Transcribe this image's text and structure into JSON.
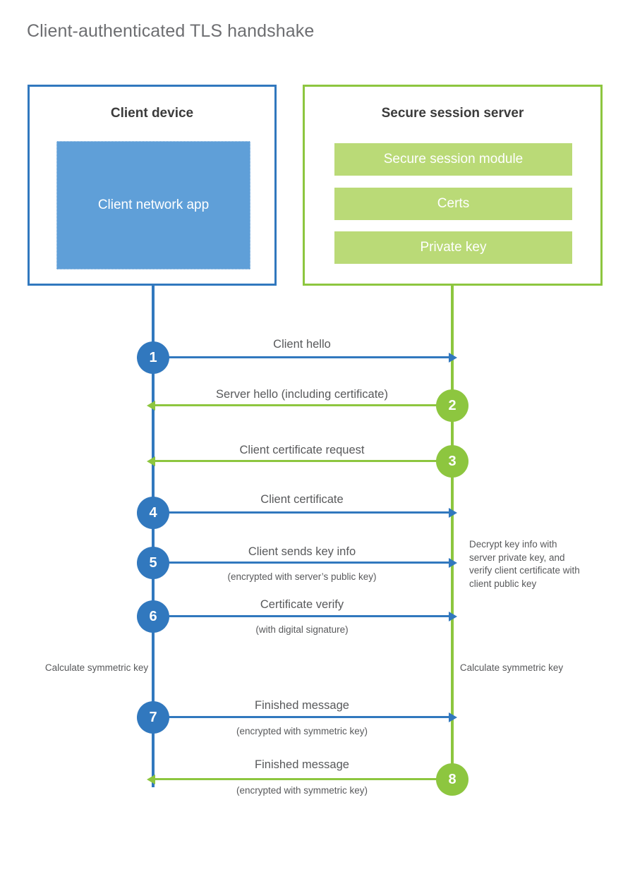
{
  "diagram": {
    "title": "Client-authenticated TLS handshake",
    "colors": {
      "client_blue": "#3178be",
      "client_app_fill": "#5f9fd8",
      "server_green": "#8dc63f",
      "server_bar_fill": "#bada77",
      "text_gray": "#58595b",
      "title_gray": "#6d6e71",
      "heading_dark": "#3b3b3b",
      "background": "#ffffff"
    }
  },
  "actors": {
    "client": {
      "title": "Client device",
      "app_label": "Client network app"
    },
    "server": {
      "title": "Secure session server",
      "modules": [
        "Secure session module",
        "Certs",
        "Private key"
      ]
    }
  },
  "steps": [
    {
      "number": "1",
      "from": "client",
      "to": "server",
      "direction": "right",
      "color": "blue",
      "label": "Client hello",
      "sublabel": ""
    },
    {
      "number": "2",
      "from": "server",
      "to": "client",
      "direction": "left",
      "color": "green",
      "label": "Server hello (including certificate)",
      "sublabel": ""
    },
    {
      "number": "3",
      "from": "server",
      "to": "client",
      "direction": "left",
      "color": "green",
      "label": "Client certificate request",
      "sublabel": ""
    },
    {
      "number": "4",
      "from": "client",
      "to": "server",
      "direction": "right",
      "color": "blue",
      "label": "Client certificate",
      "sublabel": ""
    },
    {
      "number": "5",
      "from": "client",
      "to": "server",
      "direction": "right",
      "color": "blue",
      "label": "Client sends key info",
      "sublabel": "(encrypted with server’s public key)"
    },
    {
      "number": "6",
      "from": "client",
      "to": "server",
      "direction": "right",
      "color": "blue",
      "label": "Certificate verify",
      "sublabel": "(with digital signature)"
    },
    {
      "number": "7",
      "from": "client",
      "to": "server",
      "direction": "right",
      "color": "blue",
      "label": "Finished message",
      "sublabel": "(encrypted with symmetric key)"
    },
    {
      "number": "8",
      "from": "server",
      "to": "client",
      "direction": "left",
      "color": "green",
      "label": "Finished message",
      "sublabel": "(encrypted with symmetric key)"
    }
  ],
  "annotations": {
    "server_decrypt": "Decrypt key info with server private key, and verify client certificate with client public key",
    "client_calculate": "Calculate symmetric key",
    "server_calculate": "Calculate symmetric key"
  }
}
